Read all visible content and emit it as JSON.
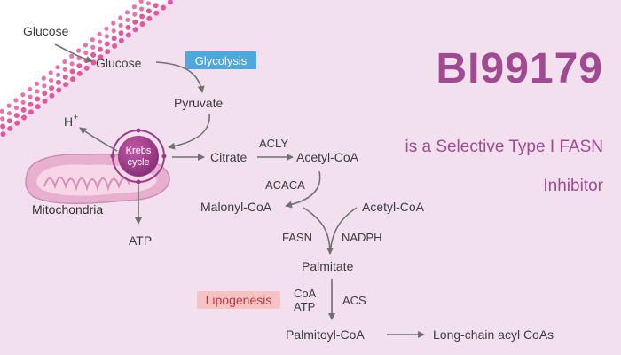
{
  "title": {
    "main": "BI99179",
    "line1": "is a Selective Type I FASN",
    "line2": "Inhibitor"
  },
  "colors": {
    "background": "#f3e0ef",
    "accent": "#a04a92",
    "dots": "#e0509a",
    "arrow": "#707070",
    "glycolysis_bg": "#4fa8dd",
    "lipogenesis_bg": "#f6c3c4",
    "mitochondria": "#e8b0cf"
  },
  "labels": {
    "glucose_outside": "Glucose",
    "glucose_inside": "Glucose",
    "glycolysis": "Glycolysis",
    "pyruvate": "Pyruvate",
    "h_plus": "H",
    "h_plus_sup": "+",
    "krebs_line1": "Krebs",
    "krebs_line2": "cycle",
    "mitochondria": "Mitochondria",
    "atp": "ATP",
    "citrate": "Citrate",
    "acly": "ACLY",
    "acetyl_coa_1": "Acetyl-CoA",
    "acaca": "ACACA",
    "malonyl_coa": "Malonyl-CoA",
    "acetyl_coa_2": "Acetyl-CoA",
    "fasn": "FASN",
    "nadph": "NADPH",
    "palmitate": "Palmitate",
    "lipogenesis": "Lipogenesis",
    "coa": "CoA",
    "atp_2": "ATP",
    "acs": "ACS",
    "palmitoyl_coa": "Palmitoyl-CoA",
    "long_chain": "Long-chain acyl CoAs"
  }
}
